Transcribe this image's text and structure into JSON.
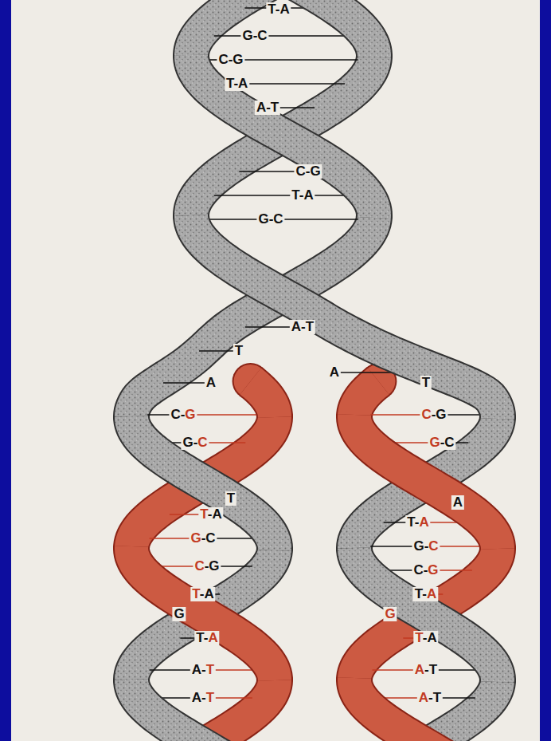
{
  "diagram": {
    "labels": [
      "T-A",
      "G-C",
      "C-G",
      "T-A",
      "A-T",
      "C-G",
      "T-A",
      "G-C",
      "A-T",
      "T",
      "A",
      "A",
      "T",
      "C-G",
      "C-G",
      "G-C",
      "G-C",
      "T",
      "A",
      "T-A",
      "T-A",
      "G-C",
      "G-C",
      "C-G",
      "C-G",
      "T-A",
      "T-A",
      "G",
      "G",
      "T-A",
      "T-A",
      "A-T",
      "A-T",
      "A-T",
      "A-T"
    ]
  }
}
